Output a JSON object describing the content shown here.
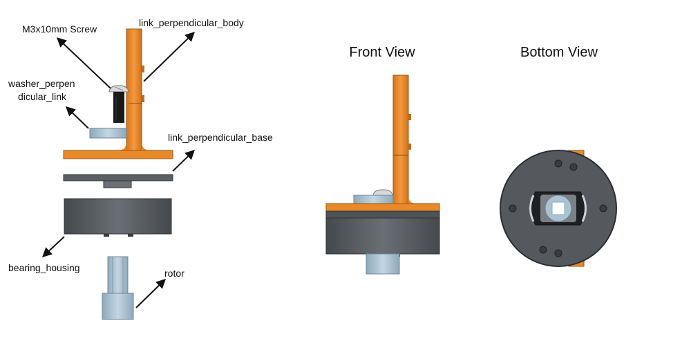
{
  "exploded_view": {
    "labels": {
      "screw": "M3x10mm Screw",
      "body": "link_perpendicular_body",
      "washer_line1": "washer_perpen",
      "washer_line2": "dicular_link",
      "base": "link_perpendicular_base",
      "housing": "bearing_housing",
      "rotor": "rotor"
    }
  },
  "front_view": {
    "title": "Front View"
  },
  "bottom_view": {
    "title": "Bottom View"
  },
  "colors": {
    "orange": "#E8892A",
    "orange_dark": "#B9641A",
    "gray_dark": "#555a5e",
    "gray_mid": "#6b7075",
    "blue_light": "#a9c2d4",
    "screw_black": "#1a1a1a"
  }
}
